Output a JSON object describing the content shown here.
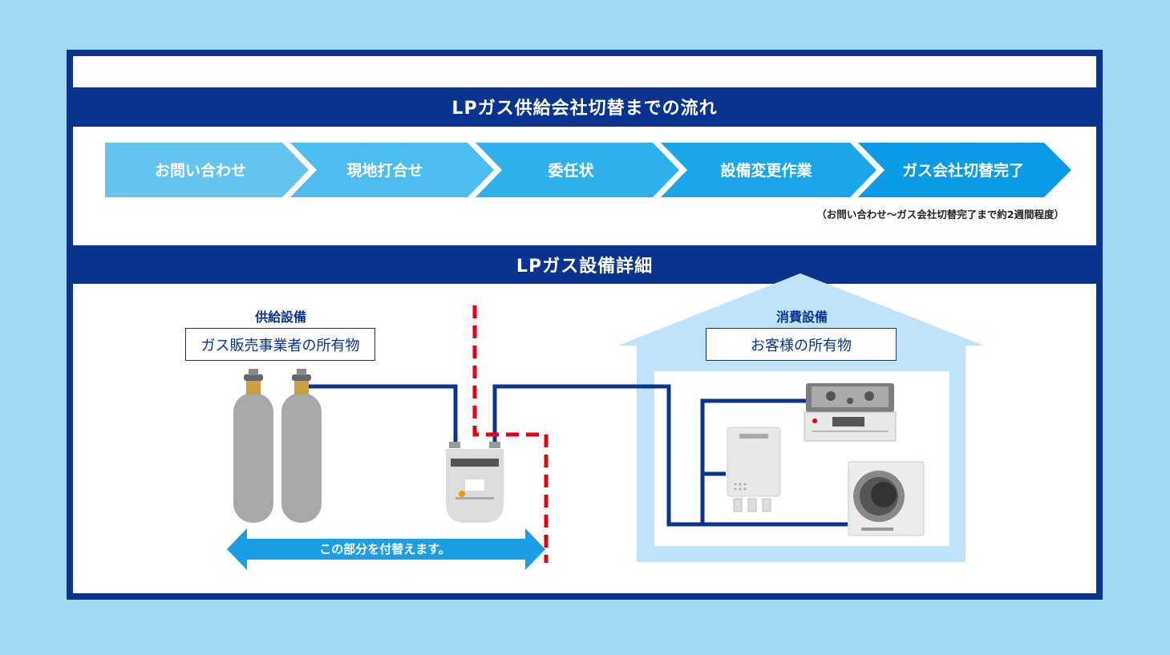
{
  "flow": {
    "title": "LPガス供給会社切替までの流れ",
    "steps": [
      {
        "label": "お問い合わせ",
        "color": "#64c4ef"
      },
      {
        "label": "現地打合せ",
        "color": "#4dbcee"
      },
      {
        "label": "委任状",
        "color": "#2fb2ec"
      },
      {
        "label": "設備変更作業",
        "color": "#1aa7ea"
      },
      {
        "label": "ガス会社切替完了",
        "color": "#0b9be6"
      }
    ],
    "note": "（お問い合わせ～ガス会社切替完了まで約2週間程度）"
  },
  "detail": {
    "title": "LPガス設備詳細",
    "supply": {
      "heading": "供給設備",
      "owner": "ガス販売事業者の所有物"
    },
    "consumption": {
      "heading": "消費設備",
      "owner": "お客様の所有物"
    },
    "replace_label": "この部分を付替えます。"
  },
  "colors": {
    "navy": "#0a3390",
    "background": "#a3d8f5",
    "house": "#bfe3f8",
    "dashed_line": "#e60012",
    "arrow": "#1a9fe6"
  },
  "icons": [
    "gas-cylinder-icon",
    "gas-meter-icon",
    "house-icon",
    "stove-icon",
    "water-heater-icon",
    "dryer-icon"
  ]
}
